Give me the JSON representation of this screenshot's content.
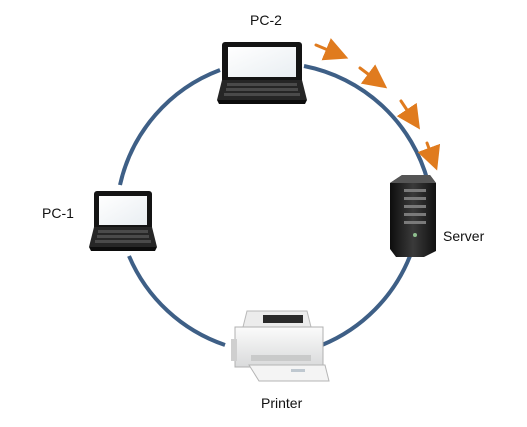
{
  "labels": {
    "pc2": "PC-2",
    "pc1": "PC-1",
    "server": "Server",
    "printer": "Printer"
  },
  "colors": {
    "ring": "#3E5F86",
    "arrows": "#E07B1E",
    "background": "#FFFFFF"
  },
  "icons": {
    "pc2": "laptop-icon",
    "pc1": "laptop-icon",
    "server": "server-tower-icon",
    "printer": "laser-printer-icon"
  }
}
